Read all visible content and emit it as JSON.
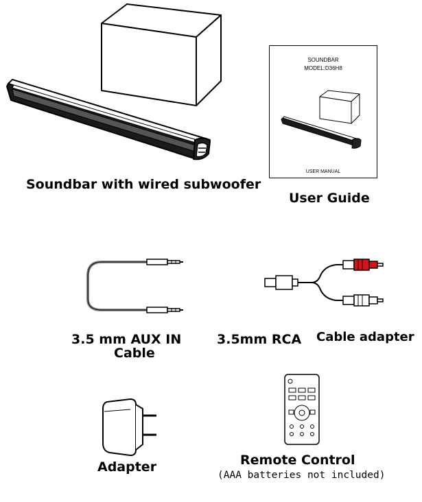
{
  "items": {
    "soundbar": {
      "label": "Soundbar with wired subwoofer"
    },
    "user_guide": {
      "label": "User Guide",
      "cover_line1": "SOUNDBAR",
      "cover_line2": "MODEL:D36H8",
      "cover_footer": "USER MANUAL"
    },
    "aux_cable": {
      "label_line1": "3.5 mm AUX IN",
      "label_line2": "Cable"
    },
    "rca_adapter": {
      "label_part1": "3.5mm RCA",
      "label_part2": "Cable adapter"
    },
    "power_adapter": {
      "label": "Adapter"
    },
    "remote": {
      "label": "Remote Control",
      "note": "(AAA batteries not included)"
    }
  },
  "colors": {
    "rca_red": "#d8101a",
    "ink": "#000000",
    "cable_gray": "#888888"
  },
  "icons": [
    "subwoofer-box-icon",
    "soundbar-icon",
    "manual-icon",
    "aux-cable-icon",
    "rca-cable-icon",
    "power-adapter-icon",
    "remote-control-icon"
  ]
}
